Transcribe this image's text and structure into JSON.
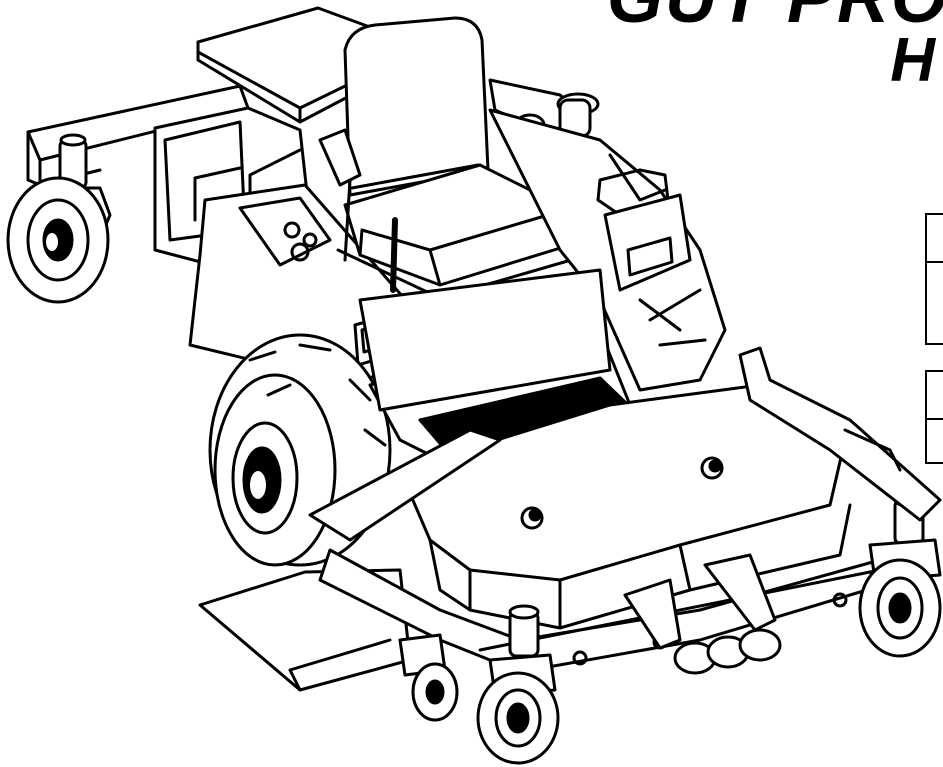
{
  "header": {
    "title_line_1": "GUT PRO",
    "title_line_2": "H"
  },
  "illustration": {
    "subject": "riding-mower-line-drawing",
    "line_color": "#000000",
    "background_color": "#ffffff"
  }
}
